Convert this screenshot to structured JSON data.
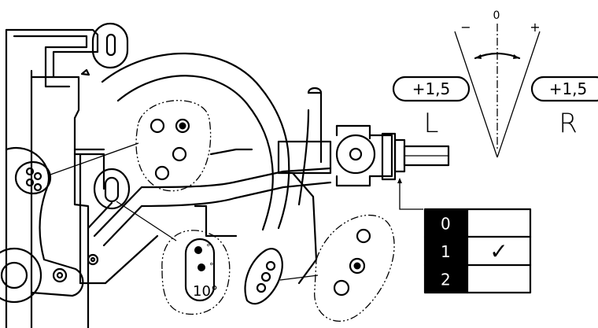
{
  "angle": {
    "zero": "0",
    "minus": "−",
    "plus": "+",
    "left_value": "+1,5",
    "left_letter": "L",
    "right_value": "+1,5",
    "right_letter": "R"
  },
  "callout": {
    "angle": "10°"
  },
  "table": {
    "rows": [
      {
        "index": "0",
        "mark": ""
      },
      {
        "index": "1",
        "mark": "✓"
      },
      {
        "index": "2",
        "mark": ""
      }
    ]
  }
}
